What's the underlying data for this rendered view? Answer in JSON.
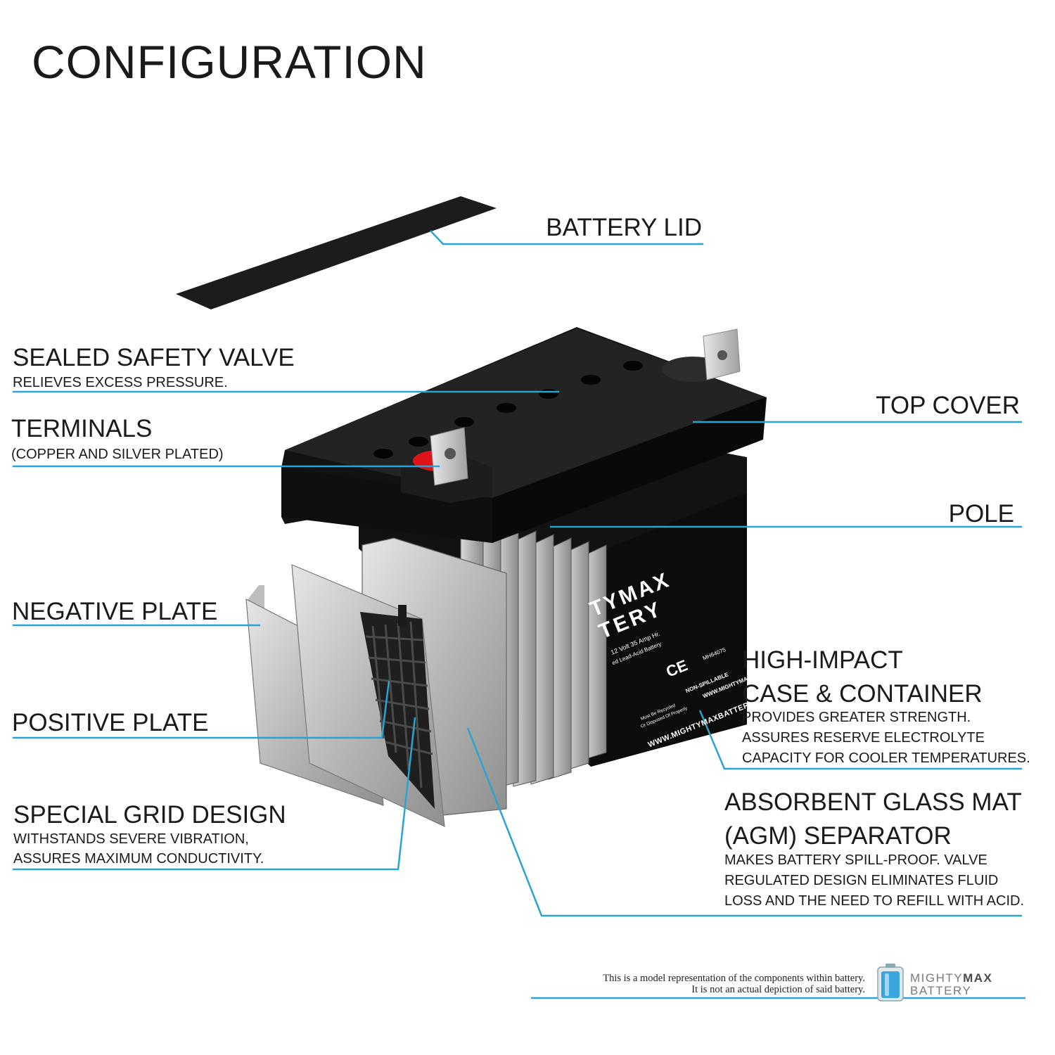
{
  "title": "CONFIGURATION",
  "labels": {
    "battery_lid": "BATTERY LID",
    "sealed_valve": "SEALED SAFETY VALVE",
    "sealed_valve_sub": "RELIEVES EXCESS PRESSURE.",
    "terminals": "TERMINALS",
    "terminals_sub": "(COPPER AND SILVER PLATED)",
    "top_cover": "TOP COVER",
    "pole": "POLE",
    "negative_plate": "NEGATIVE PLATE",
    "positive_plate": "POSITIVE PLATE",
    "grid_design": "SPECIAL GRID DESIGN",
    "grid_design_sub1": "WITHSTANDS SEVERE VIBRATION,",
    "grid_design_sub2": "ASSURES MAXIMUM CONDUCTIVITY.",
    "case_line1": "HIGH-IMPACT",
    "case_line2": "CASE & CONTAINER",
    "case_sub1": "PROVIDES GREATER STRENGTH.",
    "case_sub2": "ASSURES RESERVE ELECTROLYTE",
    "case_sub3": "CAPACITY FOR COOLER TEMPERATURES.",
    "agm_line1": "ABSORBENT GLASS MAT",
    "agm_line2": "(AGM) SEPARATOR",
    "agm_sub1": "MAKES BATTERY SPILL-PROOF. VALVE",
    "agm_sub2": "REGULATED DESIGN ELIMINATES FLUID",
    "agm_sub3": "LOSS AND THE NEED TO REFILL WITH ACID."
  },
  "battery_print": {
    "brand1": "TYMAX",
    "brand2": "TERY",
    "spec1": "12 Volt 35 Amp Hr.",
    "spec2": "ed Lead-Acid Battery",
    "ce": "CE",
    "non_spillable": "NON-SPILLABLE",
    "cert": "MH64075",
    "recycle1": "Must Be Recycled",
    "recycle2": "Or Disposed Of Properly",
    "url1": "WWW.MIGHTYMAXBATTERY.COM",
    "url2": "WWW.MIGHTYMAXBATTERY.COM"
  },
  "disclaimer": {
    "line1": "This is a model representation of the components within battery.",
    "line2": "It is not an actual depiction of said battery."
  },
  "logo": {
    "word1a": "MIGHTY",
    "word1b": "MAX",
    "word2": "BATTERY"
  },
  "colors": {
    "leader": "#2ba3cf",
    "case": "#121212",
    "terminal_red": "#e0131b"
  }
}
